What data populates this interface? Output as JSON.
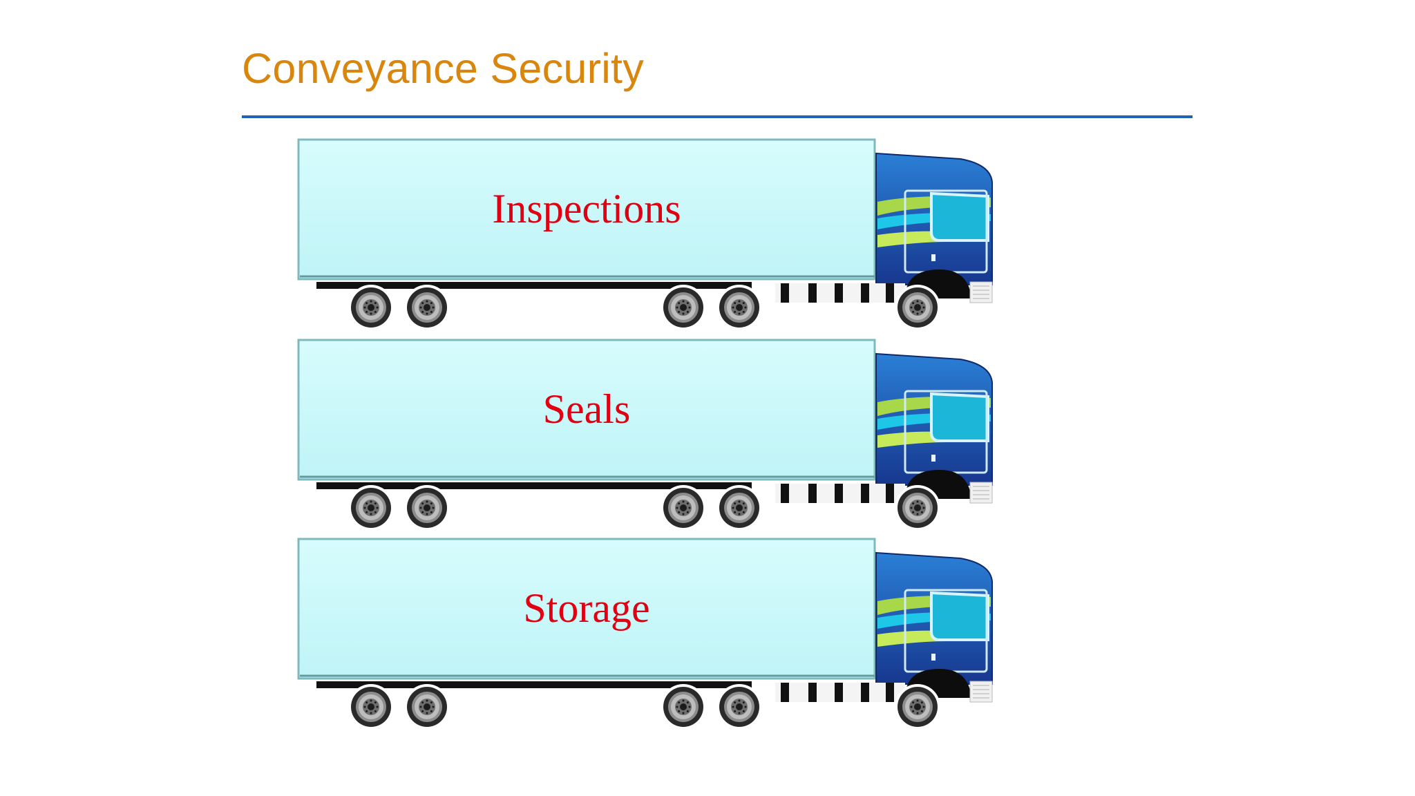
{
  "slide": {
    "title": "Conveyance Security",
    "title_color": "#d9860f",
    "rule_color": "#1f64b4"
  },
  "trucks": [
    {
      "label": "Inspections"
    },
    {
      "label": "Seals"
    },
    {
      "label": "Storage"
    }
  ],
  "colors": {
    "trailer_fill": "#c9f9fb",
    "label_text": "#e00012",
    "cab_blue": "#1a3f9c",
    "cab_stripe_green": "#a8d84a",
    "cab_stripe_cyan": "#1ec6e8"
  },
  "icons": [
    "truck-icon",
    "wheel-icon"
  ]
}
